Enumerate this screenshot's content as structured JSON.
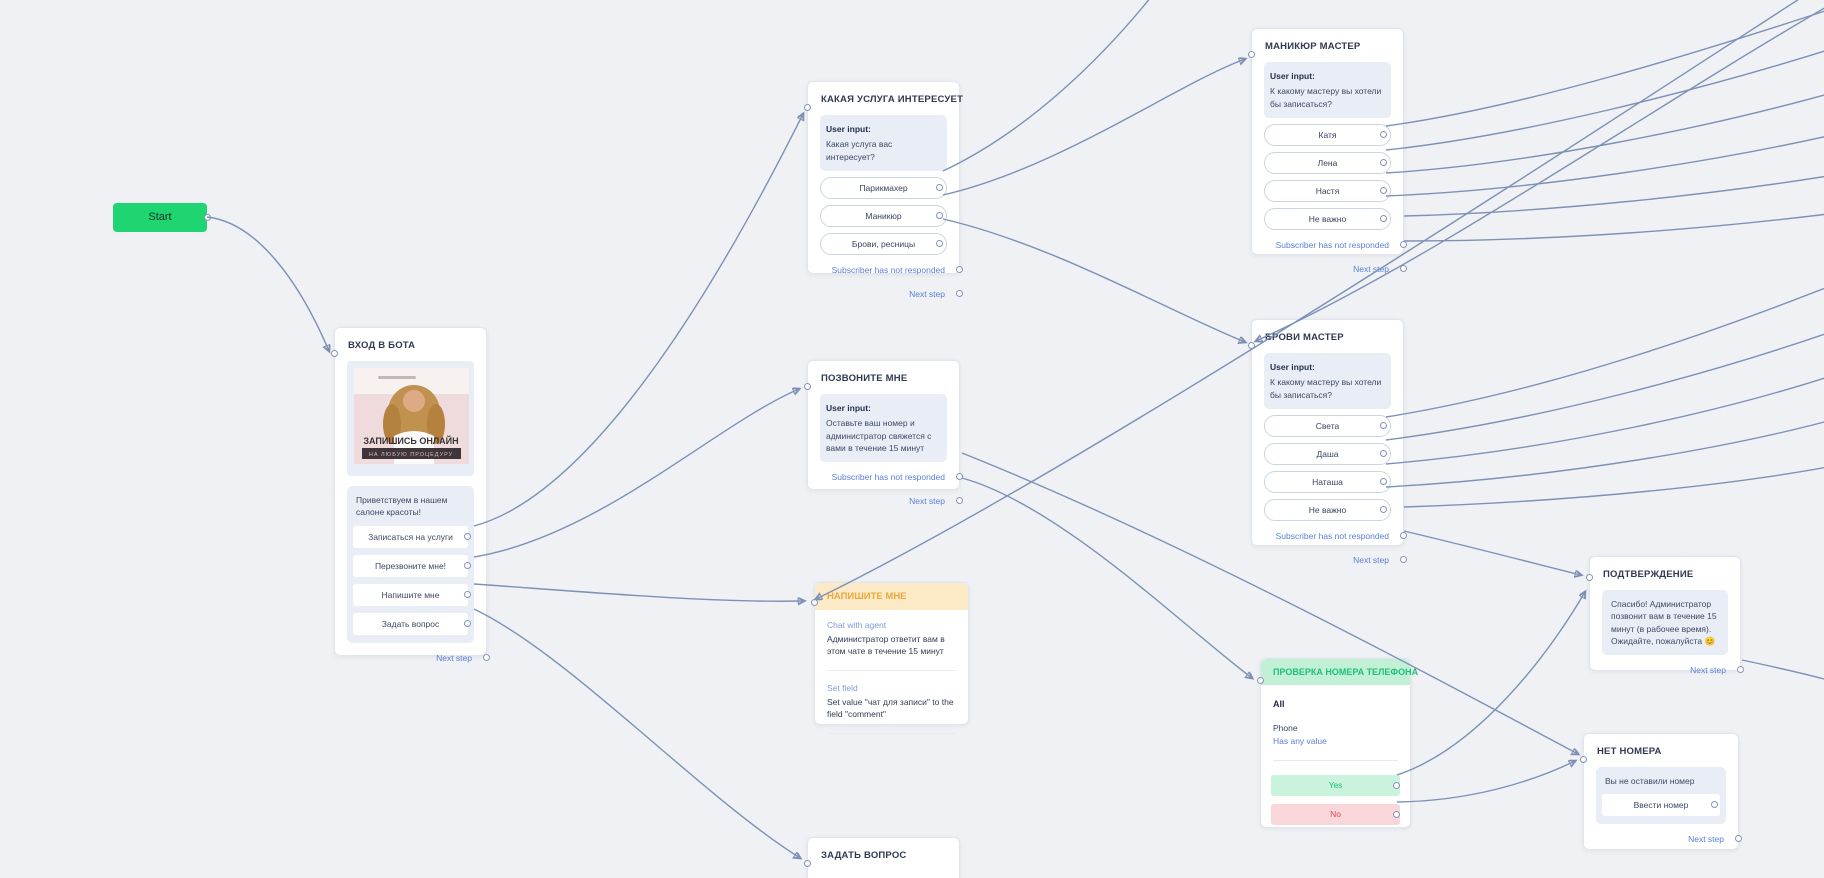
{
  "canvas": {
    "background": "#eff1f4",
    "edge_color": "#7e91b5"
  },
  "start": {
    "label": "Start",
    "color": "#1fd572"
  },
  "nodes": {
    "vhod": {
      "title": "ВХОД В БОТА",
      "image": {
        "caption_line1": "ЗАПИШИСЬ ОНЛАЙН",
        "caption_line2": "НА ЛЮБУЮ ПРОЦЕДУРУ"
      },
      "message": "Приветствуем в нашем салоне красоты!",
      "buttons": [
        "Записаться на услуги",
        "Перезвоните мне!",
        "Напишите мне",
        "Задать вопрос"
      ],
      "next_step": "Next step"
    },
    "usluga": {
      "title": "КАКАЯ УСЛУГА ИНТЕРЕСУЕТ",
      "user_input_label": "User input:",
      "user_input": "Какая услуга вас интересует?",
      "buttons": [
        "Парикмахер",
        "Маникюр",
        "Брови, ресницы"
      ],
      "not_responded": "Subscriber has not responded",
      "next_step": "Next step"
    },
    "manikur": {
      "title": "МАНИКЮР МАСТЕР",
      "user_input_label": "User input:",
      "user_input": "К какому мастеру вы хотели бы записаться?",
      "buttons": [
        "Катя",
        "Лена",
        "Настя",
        "Не важно"
      ],
      "not_responded": "Subscriber has not responded",
      "next_step": "Next step"
    },
    "brovi": {
      "title": "БРОВИ МАСТЕР",
      "user_input_label": "User input:",
      "user_input": "К какому мастеру вы хотели бы записаться?",
      "buttons": [
        "Света",
        "Даша",
        "Наташа",
        "Не важно"
      ],
      "not_responded": "Subscriber has not responded",
      "next_step": "Next step"
    },
    "pozvonite": {
      "title": "ПОЗВОНИТЕ МНЕ",
      "user_input_label": "User input:",
      "user_input": "Оставьте ваш номер и администратор свяжется с вами в течение 15 минут",
      "not_responded": "Subscriber has not responded",
      "next_step": "Next step"
    },
    "napishite": {
      "title": "НАПИШИТЕ МНЕ",
      "chat_label": "Chat with agent",
      "chat_text": "Администратор ответит вам в этом чате в течение 15 минут",
      "set_field_label": "Set field",
      "set_field_text": "Set value \"чат  для записи\" to the field \"comment\""
    },
    "proverka": {
      "title": "ПРОВЕРКА НОМЕРА ТЕЛЕФОНА",
      "all_label": "All",
      "field": "Phone",
      "condition": "Has any value",
      "yes_label": "Yes",
      "no_label": "No"
    },
    "podtverzhdenie": {
      "title": "ПОДТВЕРЖДЕНИЕ",
      "message": "Спасибо! Администратор позвонит вам в течение 15 минут (в рабочее время). Ожидайте, пожалуйста 😊",
      "next_step": "Next step"
    },
    "net_nomera": {
      "title": "НЕТ НОМЕРА",
      "message": "Вы не оставили номер",
      "button": "Ввести номер",
      "next_step": "Next step"
    },
    "zadat_vopros": {
      "title": "ЗАДАТЬ ВОПРОС"
    }
  },
  "edges": [
    {
      "from": "start",
      "to": "vhod-v-bota"
    },
    {
      "from": "vhod-v-bota:Записаться на услуги",
      "to": "kakaya-usluga-interesuet"
    },
    {
      "from": "vhod-v-bota:Перезвоните мне!",
      "to": "pozvonite-mne"
    },
    {
      "from": "vhod-v-bota:Напишите мне",
      "to": "napishite-mne"
    },
    {
      "from": "vhod-v-bota:Задать вопрос",
      "to": "zadat-vopros"
    },
    {
      "from": "kakaya-usluga:Парикмахер",
      "to": "offscreen-top"
    },
    {
      "from": "kakaya-usluga:Маникюр",
      "to": "manikur-master"
    },
    {
      "from": "kakaya-usluga:Брови, ресницы",
      "to": "brovi-master"
    },
    {
      "from": "pozvonite-mne:subscriber-has-not-responded",
      "to": "net-nomera"
    },
    {
      "from": "pozvonite-mne:next-step",
      "to": "proverka-nomera-telefona"
    },
    {
      "from": "offscreen-right",
      "to": "brovi-master"
    },
    {
      "from": "offscreen-right",
      "to": "napishite-mne"
    },
    {
      "from": "proverka:Yes",
      "to": "podtverzhdenie"
    },
    {
      "from": "proverka:No",
      "to": "net-nomera"
    },
    {
      "from": "manikur-master:Катя",
      "to": "offscreen-right"
    },
    {
      "from": "manikur-master:Лена",
      "to": "offscreen-right"
    },
    {
      "from": "manikur-master:Настя",
      "to": "offscreen-right"
    },
    {
      "from": "manikur-master:Не важно",
      "to": "offscreen-right"
    },
    {
      "from": "manikur-master:subscriber-has-not-responded",
      "to": "offscreen-right"
    },
    {
      "from": "manikur-master:next-step",
      "to": "offscreen-right"
    },
    {
      "from": "brovi-master:Света",
      "to": "offscreen-right"
    },
    {
      "from": "brovi-master:Даша",
      "to": "offscreen-right"
    },
    {
      "from": "brovi-master:Наташа",
      "to": "offscreen-right"
    },
    {
      "from": "brovi-master:Не важно",
      "to": "offscreen-right"
    },
    {
      "from": "brovi-master:subscriber-has-not-responded",
      "to": "offscreen-right"
    },
    {
      "from": "brovi-master:next-step",
      "to": "podtverzhdenie"
    },
    {
      "from": "podtverzhdenie:next-step",
      "to": "offscreen-right"
    }
  ]
}
